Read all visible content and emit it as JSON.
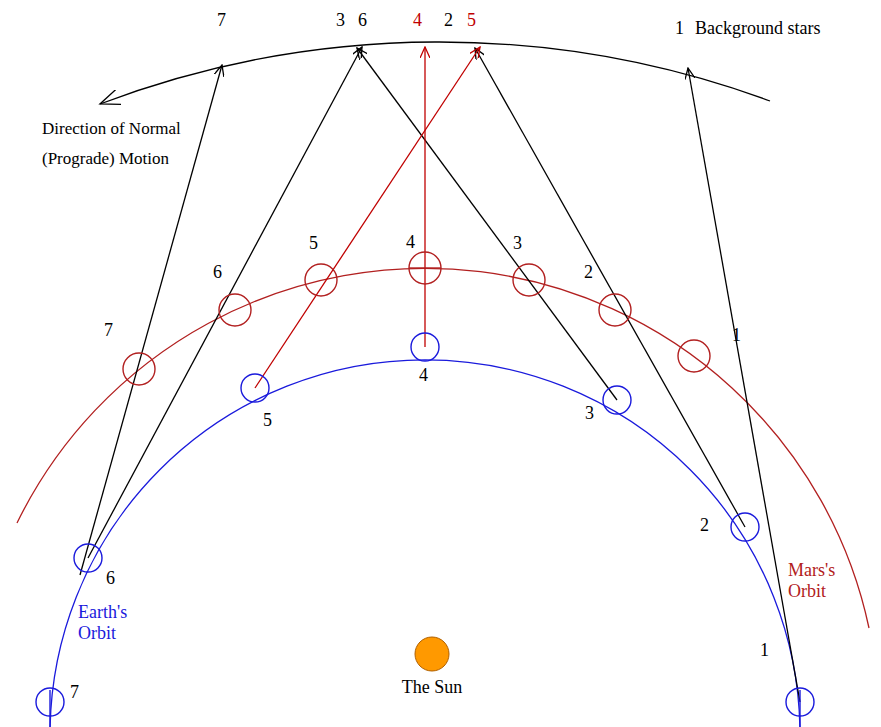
{
  "diagram": {
    "nodes": [
      {
        "text": [
          "The Sun"
        ]
      }
    ],
    "labels": [
      "7",
      "3",
      "6",
      "4",
      "2",
      "5",
      "1",
      "Background stars",
      "Direction of Normal (Prograde) Motion",
      "7",
      "6",
      "5",
      "4",
      "3",
      "2",
      "1",
      "Mars's Orbit",
      "7",
      "6",
      "5",
      "4",
      "3",
      "2",
      "1",
      "Earth's Orbit"
    ]
  }
}
